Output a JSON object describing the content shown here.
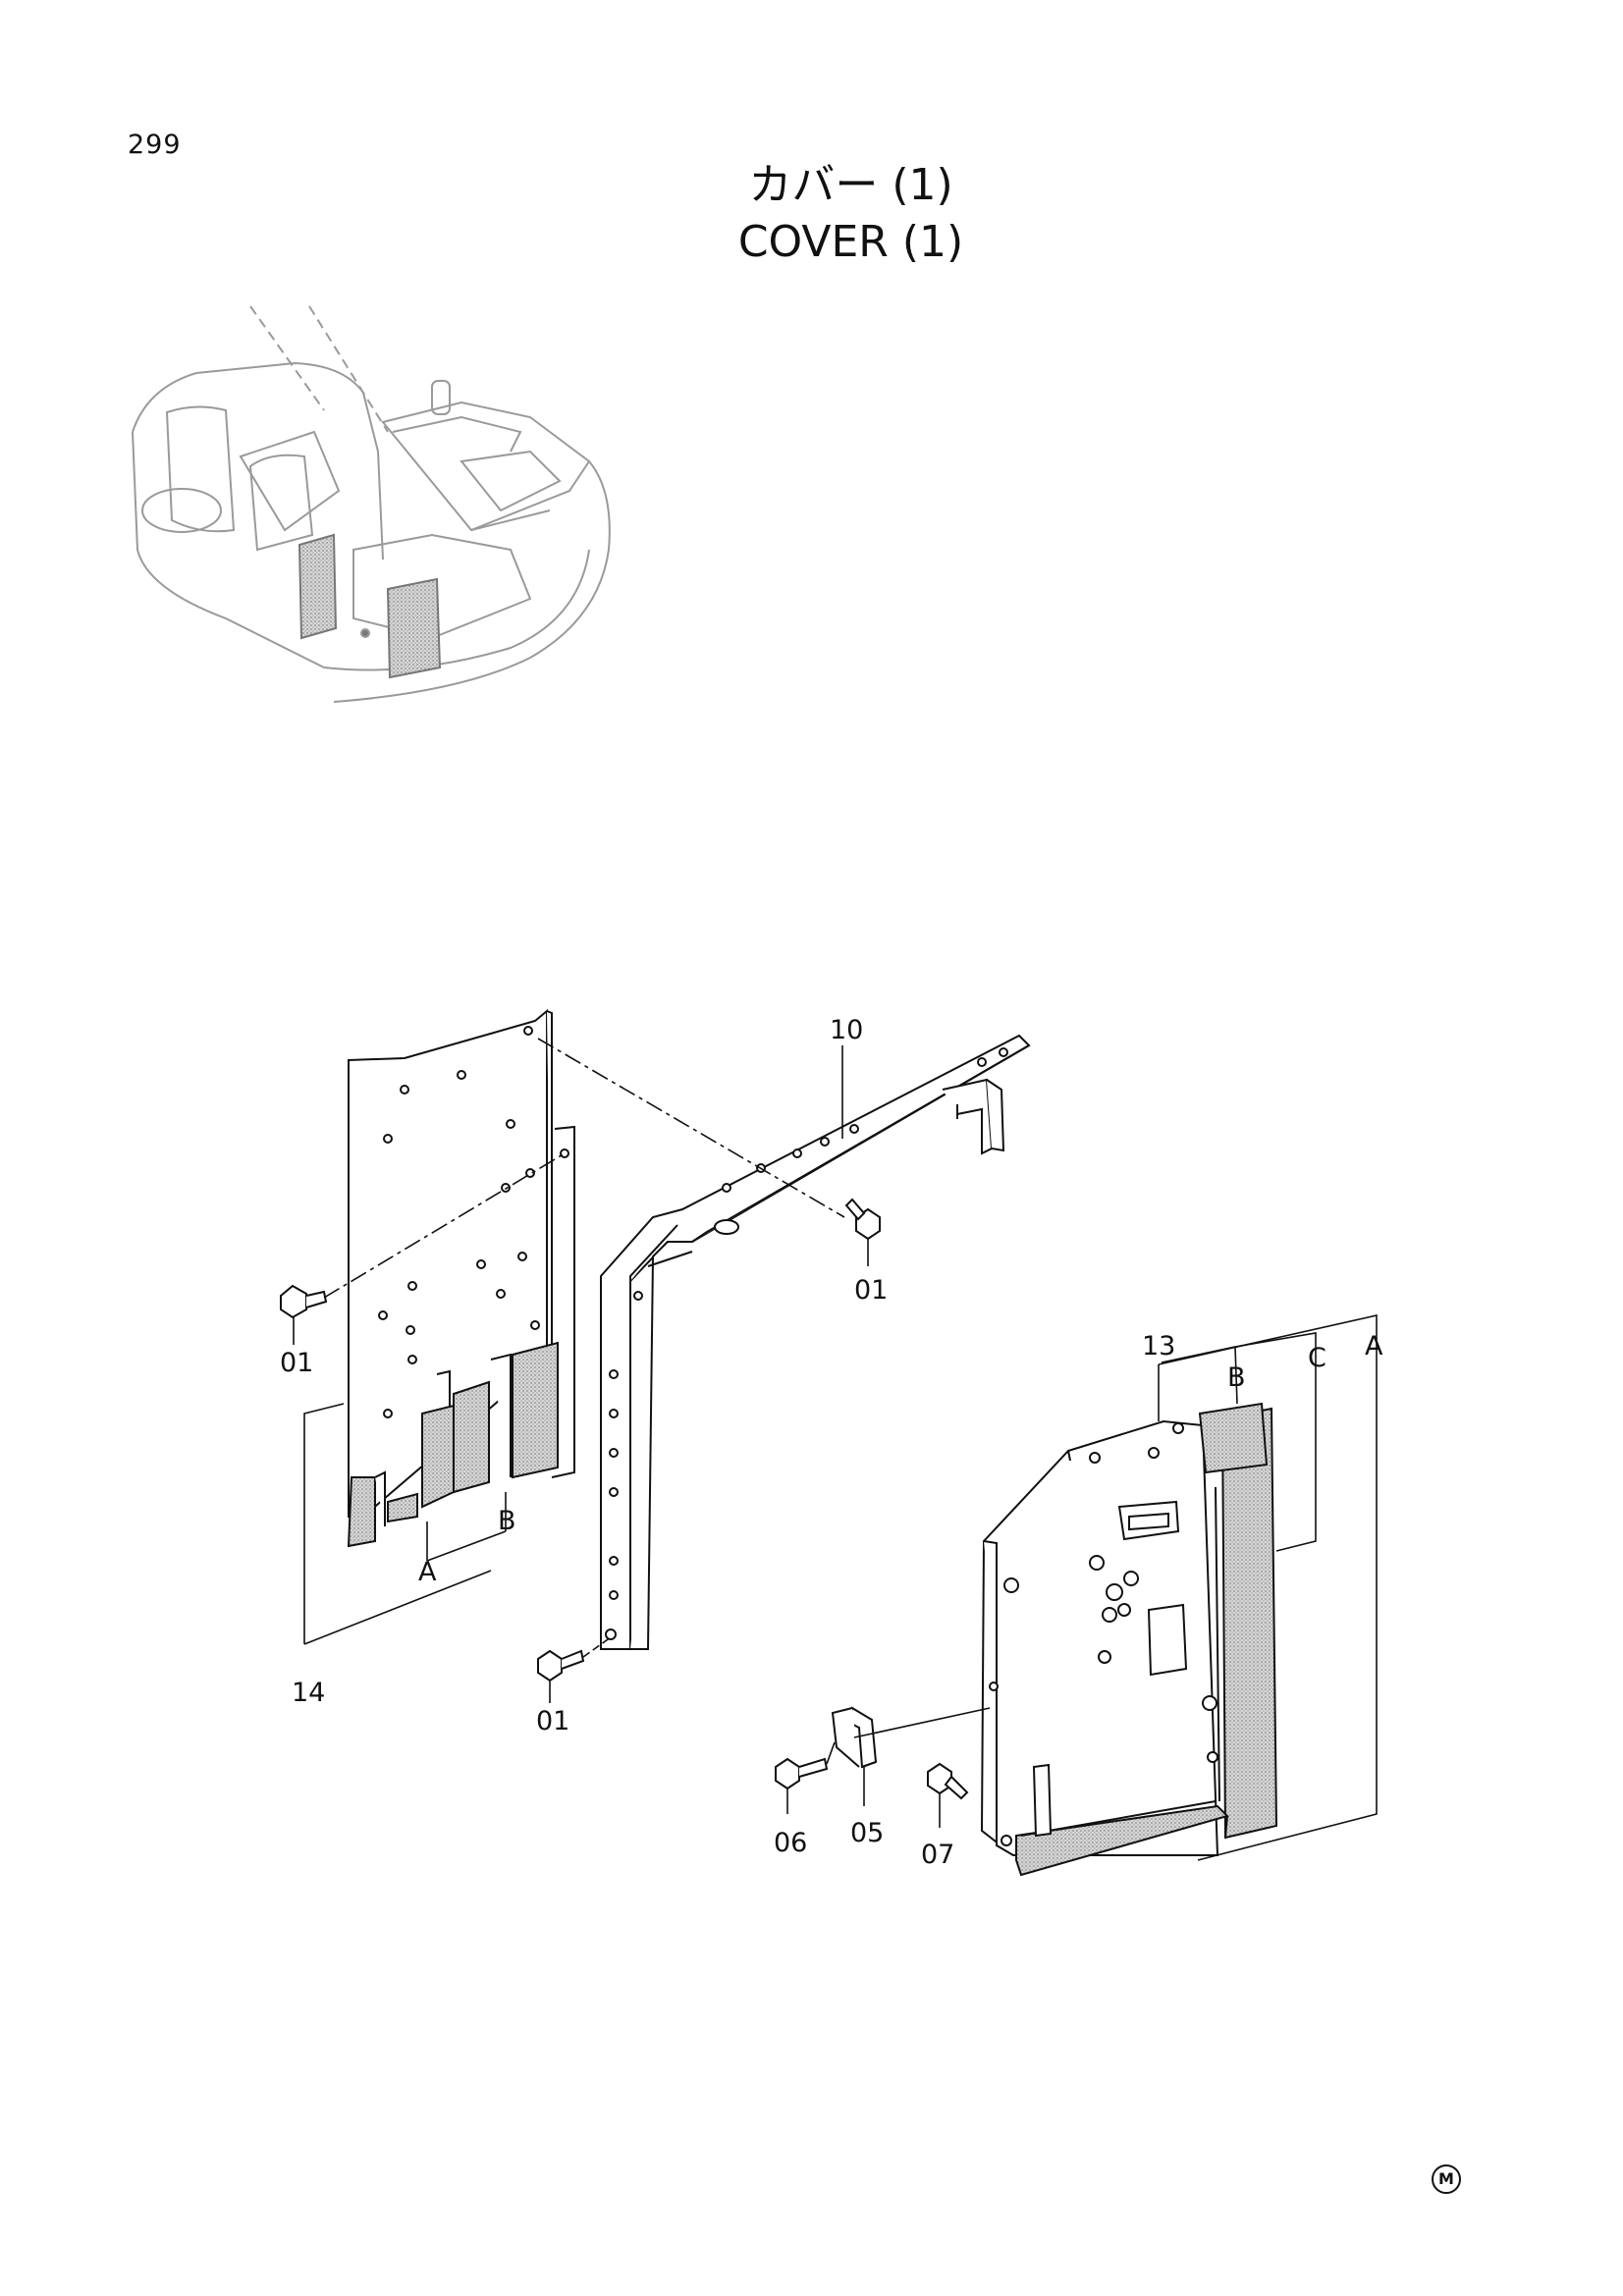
{
  "page": {
    "number": "299",
    "title_ja": "カバー (1)",
    "title_en": "COVER (1)",
    "mark": "M"
  },
  "callouts": {
    "c01a": "01",
    "c01b": "01",
    "c01c": "01",
    "c05": "05",
    "c06": "06",
    "c07": "07",
    "c10": "10",
    "c13": "13",
    "c14": "14",
    "left_a": "A",
    "left_b": "B",
    "right_a": "A",
    "right_b": "B",
    "right_c": "C"
  },
  "colors": {
    "ink": "#111111",
    "shade": "#bdbdbd",
    "outline_light": "#9a9a9a"
  }
}
